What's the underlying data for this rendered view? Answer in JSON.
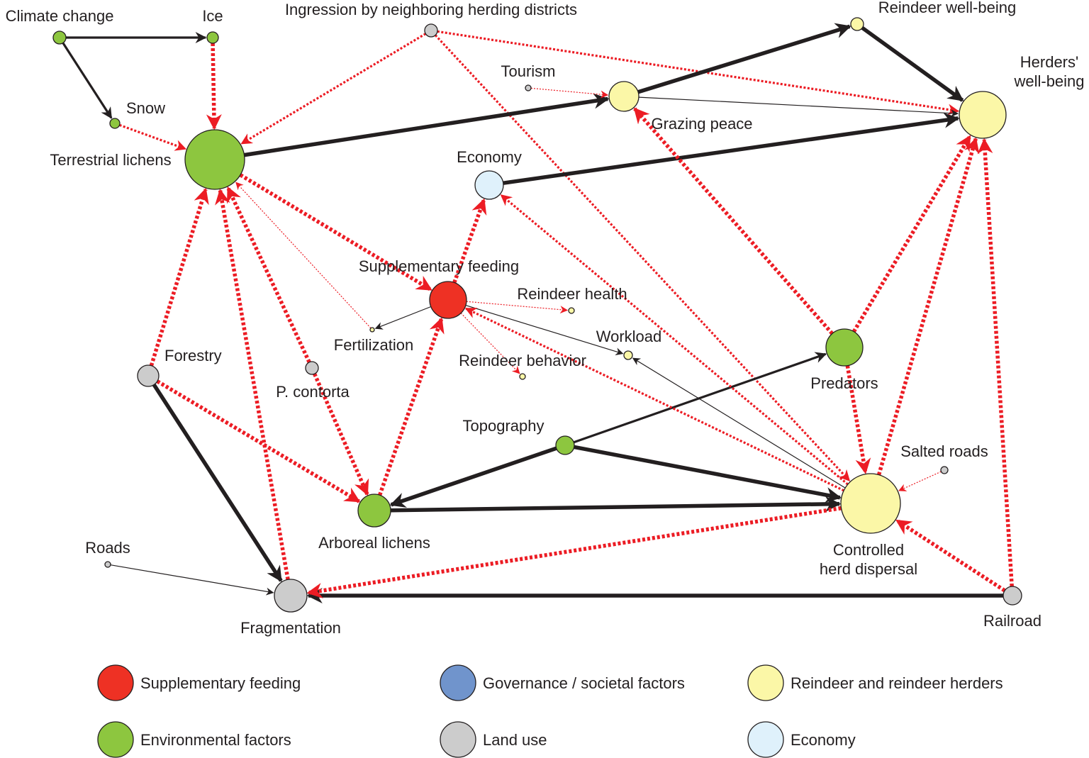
{
  "colors": {
    "supplementary": "#ee3124",
    "environmental": "#8dc63f",
    "governance": "#7094cc",
    "land_use": "#cccccc",
    "reindeer": "#fbf7a7",
    "economy": "#dff1fb",
    "positive_edge": "#231f20",
    "negative_edge": "#ec1c24"
  },
  "nodes": [
    {
      "id": "climate_change",
      "label": "Climate change",
      "category": "environmental"
    },
    {
      "id": "ice",
      "label": "Ice",
      "category": "environmental"
    },
    {
      "id": "snow",
      "label": "Snow",
      "category": "environmental"
    },
    {
      "id": "terrestrial_lichens",
      "label": "Terrestrial  lichens",
      "category": "environmental"
    },
    {
      "id": "ingression",
      "label": "Ingression by neighboring herding districts",
      "category": "land_use"
    },
    {
      "id": "tourism",
      "label": "Tourism",
      "category": "land_use"
    },
    {
      "id": "grazing_peace",
      "label": "Grazing peace",
      "category": "reindeer"
    },
    {
      "id": "reindeer_wellbeing",
      "label": "Reindeer well-being",
      "category": "reindeer"
    },
    {
      "id": "herders_wellbeing",
      "label_lines": [
        "Herders'",
        "well-being"
      ],
      "category": "reindeer"
    },
    {
      "id": "economy",
      "label": "Economy",
      "category": "economy"
    },
    {
      "id": "supplementary_feeding",
      "label": "Supplementary feeding",
      "category": "supplementary"
    },
    {
      "id": "reindeer_health",
      "label": "Reindeer health",
      "category": "reindeer"
    },
    {
      "id": "fertilization",
      "label": "Fertilization",
      "category": "reindeer"
    },
    {
      "id": "workload",
      "label": "Workload",
      "category": "reindeer"
    },
    {
      "id": "reindeer_behavior",
      "label": "Reindeer behavior",
      "category": "reindeer"
    },
    {
      "id": "forestry",
      "label": "Forestry",
      "category": "land_use"
    },
    {
      "id": "p_contorta",
      "label": "P. contorta",
      "category": "land_use"
    },
    {
      "id": "predators",
      "label": "Predators",
      "category": "environmental"
    },
    {
      "id": "topography",
      "label": "Topography",
      "category": "environmental"
    },
    {
      "id": "salted_roads",
      "label": "Salted roads",
      "category": "land_use"
    },
    {
      "id": "arboreal_lichens",
      "label": "Arboreal lichens",
      "category": "environmental"
    },
    {
      "id": "controlled_herd_dispersal",
      "label_lines": [
        "Controlled",
        "herd dispersal"
      ],
      "category": "reindeer"
    },
    {
      "id": "roads",
      "label": "Roads",
      "category": "land_use"
    },
    {
      "id": "fragmentation",
      "label": "Fragmentation",
      "category": "land_use"
    },
    {
      "id": "railroad",
      "label": "Railroad",
      "category": "land_use"
    }
  ],
  "edges": [
    {
      "from": "climate_change",
      "to": "ice",
      "sign": "positive",
      "strength": "medium"
    },
    {
      "from": "climate_change",
      "to": "snow",
      "sign": "positive",
      "strength": "medium"
    },
    {
      "from": "ice",
      "to": "terrestrial_lichens",
      "sign": "negative",
      "strength": "strong"
    },
    {
      "from": "snow",
      "to": "terrestrial_lichens",
      "sign": "negative",
      "strength": "medium"
    },
    {
      "from": "ingression",
      "to": "terrestrial_lichens",
      "sign": "negative",
      "strength": "medium"
    },
    {
      "from": "ingression",
      "to": "herders_wellbeing",
      "sign": "negative",
      "strength": "medium"
    },
    {
      "from": "ingression",
      "to": "controlled_herd_dispersal",
      "sign": "negative",
      "strength": "medium"
    },
    {
      "from": "terrestrial_lichens",
      "to": "grazing_peace",
      "sign": "positive",
      "strength": "strong"
    },
    {
      "from": "grazing_peace",
      "to": "reindeer_wellbeing",
      "sign": "positive",
      "strength": "strong"
    },
    {
      "from": "grazing_peace",
      "to": "herders_wellbeing",
      "sign": "positive",
      "strength": "weak"
    },
    {
      "from": "reindeer_wellbeing",
      "to": "herders_wellbeing",
      "sign": "positive",
      "strength": "strong"
    },
    {
      "from": "tourism",
      "to": "grazing_peace",
      "sign": "negative",
      "strength": "weak"
    },
    {
      "from": "economy",
      "to": "herders_wellbeing",
      "sign": "positive",
      "strength": "strong"
    },
    {
      "from": "terrestrial_lichens",
      "to": "supplementary_feeding",
      "sign": "negative",
      "strength": "strong"
    },
    {
      "from": "supplementary_feeding",
      "to": "economy",
      "sign": "negative",
      "strength": "strong"
    },
    {
      "from": "supplementary_feeding",
      "to": "reindeer_health",
      "sign": "negative",
      "strength": "weak"
    },
    {
      "from": "supplementary_feeding",
      "to": "reindeer_behavior",
      "sign": "negative",
      "strength": "weak"
    },
    {
      "from": "supplementary_feeding",
      "to": "fertilization",
      "sign": "positive",
      "strength": "weak"
    },
    {
      "from": "supplementary_feeding",
      "to": "workload",
      "sign": "positive",
      "strength": "weak"
    },
    {
      "from": "fertilization",
      "to": "terrestrial_lichens",
      "sign": "negative",
      "strength": "weak"
    },
    {
      "from": "forestry",
      "to": "terrestrial_lichens",
      "sign": "negative",
      "strength": "strong"
    },
    {
      "from": "forestry",
      "to": "arboreal_lichens",
      "sign": "negative",
      "strength": "strong"
    },
    {
      "from": "forestry",
      "to": "fragmentation",
      "sign": "positive",
      "strength": "strong"
    },
    {
      "from": "p_contorta",
      "to": "terrestrial_lichens",
      "sign": "negative",
      "strength": "strong"
    },
    {
      "from": "p_contorta",
      "to": "arboreal_lichens",
      "sign": "negative",
      "strength": "strong"
    },
    {
      "from": "arboreal_lichens",
      "to": "supplementary_feeding",
      "sign": "negative",
      "strength": "strong"
    },
    {
      "from": "fragmentation",
      "to": "terrestrial_lichens",
      "sign": "negative",
      "strength": "strong"
    },
    {
      "from": "topography",
      "to": "arboreal_lichens",
      "sign": "positive",
      "strength": "strong"
    },
    {
      "from": "topography",
      "to": "predators",
      "sign": "positive",
      "strength": "medium"
    },
    {
      "from": "topography",
      "to": "controlled_herd_dispersal",
      "sign": "positive",
      "strength": "strong"
    },
    {
      "from": "arboreal_lichens",
      "to": "controlled_herd_dispersal",
      "sign": "positive",
      "strength": "strong"
    },
    {
      "from": "controlled_herd_dispersal",
      "to": "workload",
      "sign": "positive",
      "strength": "weak"
    },
    {
      "from": "controlled_herd_dispersal",
      "to": "supplementary_feeding",
      "sign": "negative",
      "strength": "medium"
    },
    {
      "from": "controlled_herd_dispersal",
      "to": "economy",
      "sign": "negative",
      "strength": "medium"
    },
    {
      "from": "controlled_herd_dispersal",
      "to": "herders_wellbeing",
      "sign": "negative",
      "strength": "strong"
    },
    {
      "from": "predators",
      "to": "grazing_peace",
      "sign": "negative",
      "strength": "strong"
    },
    {
      "from": "predators",
      "to": "herders_wellbeing",
      "sign": "negative",
      "strength": "strong"
    },
    {
      "from": "predators",
      "to": "controlled_herd_dispersal",
      "sign": "negative",
      "strength": "strong"
    },
    {
      "from": "salted_roads",
      "to": "controlled_herd_dispersal",
      "sign": "negative",
      "strength": "weak"
    },
    {
      "from": "roads",
      "to": "fragmentation",
      "sign": "positive",
      "strength": "weak"
    },
    {
      "from": "railroad",
      "to": "fragmentation",
      "sign": "positive",
      "strength": "strong"
    },
    {
      "from": "railroad",
      "to": "controlled_herd_dispersal",
      "sign": "negative",
      "strength": "strong"
    },
    {
      "from": "railroad",
      "to": "herders_wellbeing",
      "sign": "negative",
      "strength": "strong"
    },
    {
      "from": "controlled_herd_dispersal",
      "to": "fragmentation",
      "sign": "negative",
      "strength": "strong"
    }
  ],
  "legend": [
    {
      "category": "supplementary",
      "label": "Supplementary  feeding"
    },
    {
      "category": "governance",
      "label": "Governance / societal factors"
    },
    {
      "category": "reindeer",
      "label": "Reindeer and reindeer herders"
    },
    {
      "category": "environmental",
      "label": "Environmental factors"
    },
    {
      "category": "land_use",
      "label": "Land use"
    },
    {
      "category": "economy",
      "label": "Economy"
    }
  ]
}
